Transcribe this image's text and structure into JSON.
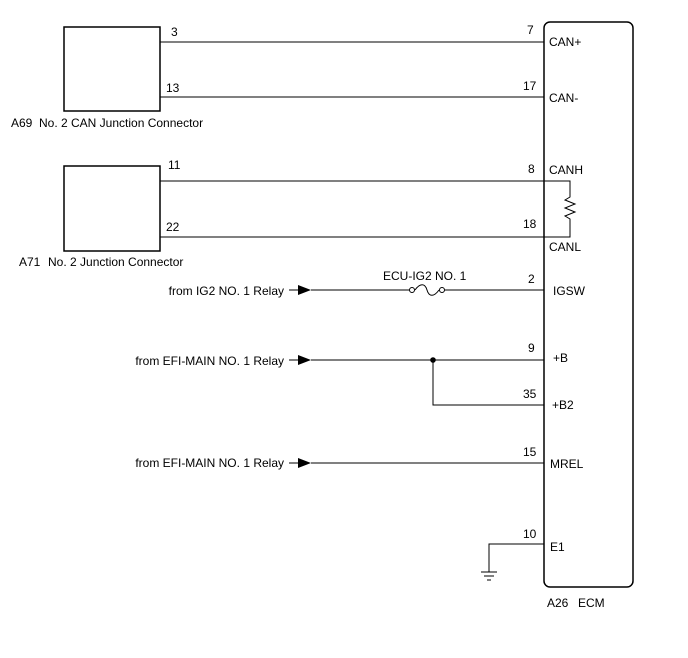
{
  "ecm": {
    "code": "A26",
    "name": "ECM"
  },
  "connectors": [
    {
      "code": "A69",
      "name": "No. 2 CAN Junction Connector",
      "pins": [
        "3",
        "13"
      ]
    },
    {
      "code": "A71",
      "name": "No. 2 Junction Connector",
      "pins": [
        "11",
        "22"
      ]
    }
  ],
  "ecm_terminals": [
    {
      "pin": "7",
      "label": "CAN+"
    },
    {
      "pin": "17",
      "label": "CAN-"
    },
    {
      "pin": "8",
      "label": "CANH"
    },
    {
      "pin": "18",
      "label": "CANL"
    },
    {
      "pin": "2",
      "label": "IGSW"
    },
    {
      "pin": "9",
      "label": "+B"
    },
    {
      "pin": "35",
      "label": "+B2"
    },
    {
      "pin": "15",
      "label": "MREL"
    },
    {
      "pin": "10",
      "label": "E1"
    }
  ],
  "sources": {
    "igsw": "from IG2 NO. 1 Relay",
    "b": "from EFI-MAIN NO. 1 Relay",
    "mrel": "from EFI-MAIN NO. 1 Relay"
  },
  "fuse": {
    "label": "ECU-IG2 NO. 1"
  }
}
